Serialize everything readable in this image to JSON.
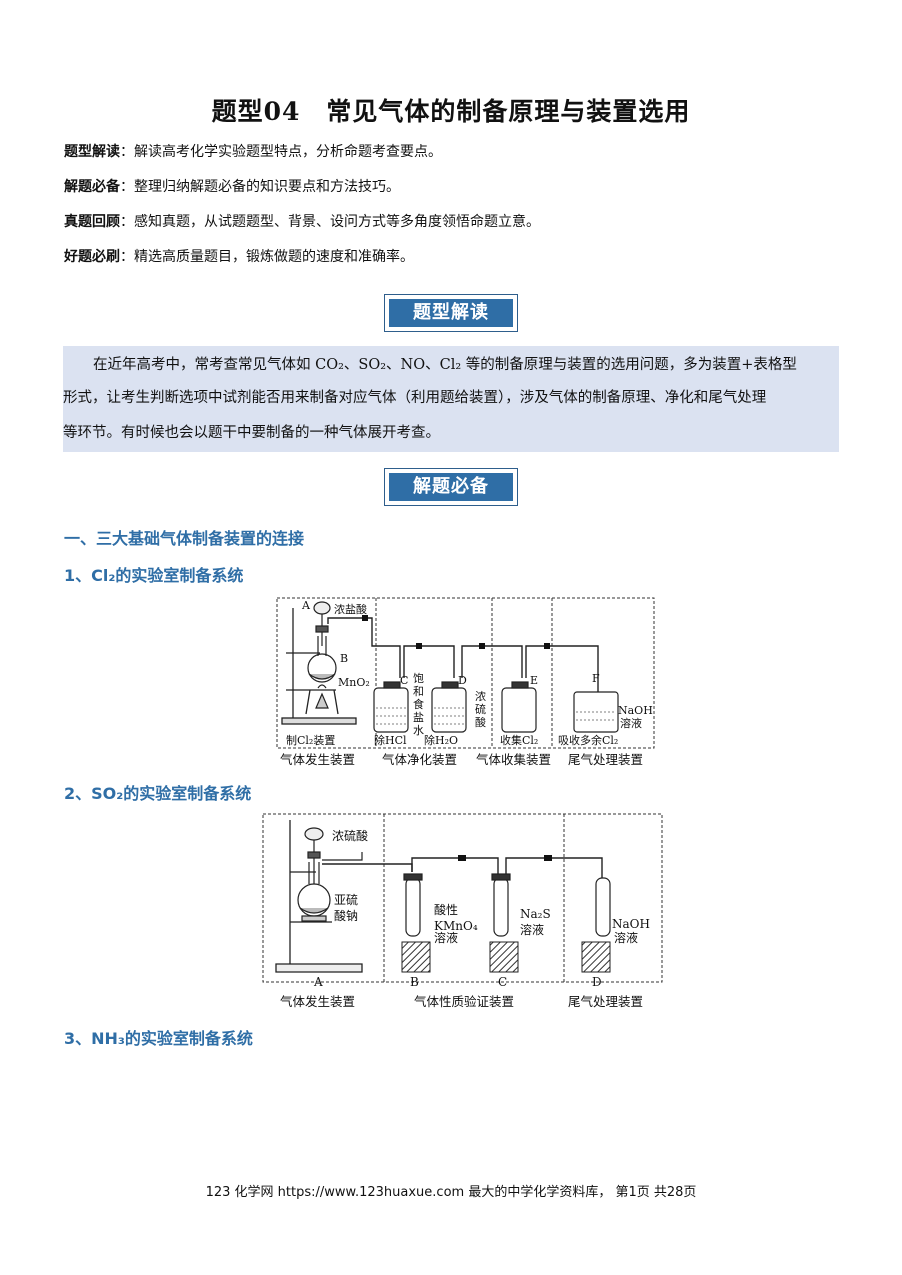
{
  "title": "题型04　常见气体的制备原理与装置选用",
  "intro": [
    {
      "label": "题型解读",
      "text": "：解读高考化学实验题型特点，分析命题考查要点。"
    },
    {
      "label": "解题必备",
      "text": "：整理归纳解题必备的知识要点和方法技巧。"
    },
    {
      "label": "真题回顾",
      "text": "：感知真题，从试题题型、背景、设问方式等多角度领悟命题立意。"
    },
    {
      "label": "好题必刷",
      "text": "：精选高质量题目，锻炼做题的速度和准确率。"
    }
  ],
  "badges": {
    "reading": "题型解读",
    "essentials": "解题必备"
  },
  "reading_paragraph": {
    "line1": "在近年高考中，常考查常见气体如 CO₂、SO₂、NO、Cl₂ 等的制备原理与装置的选用问题，多为装置+表格型",
    "line2": "形式，让考生判断选项中试剂能否用来制备对应气体（利用题给装置），涉及气体的制备原理、净化和尾气处理",
    "line3": "等环节。有时候也会以题干中要制备的一种气体展开考查。"
  },
  "section1": "一、三大基础气体制备装置的连接",
  "sub1": "1、Cl₂的实验室制备系统",
  "sub2": "2、SO₂的实验室制备系统",
  "sub3": "3、NH₃的实验室制备系统",
  "fig1": {
    "label_a": "A",
    "hcl": "浓盐酸",
    "label_b": "B",
    "mno2": "MnO₂",
    "label_c": "C",
    "label_d": "D",
    "label_e": "E",
    "label_f": "F",
    "nacl_solution": [
      "饱",
      "和",
      "食",
      "盐",
      "水"
    ],
    "conc_h2so4": [
      "浓",
      "硫",
      "酸"
    ],
    "naoh": "NaOH",
    "solution": "溶液",
    "cap_make": "制Cl₂装置",
    "cap_hcl": "除HCl",
    "cap_h2o": "除H₂O",
    "cap_collect": "收集Cl₂",
    "cap_absorb": "吸收多余Cl₂",
    "sec_gen": "气体发生装置",
    "sec_purify": "气体净化装置",
    "sec_collect": "气体收集装置",
    "sec_tail": "尾气处理装置"
  },
  "fig2": {
    "conc_h2so4": "浓硫酸",
    "na2so3": [
      "亚硫",
      "酸钠"
    ],
    "acidic": "酸性",
    "kmno4": "KMnO₄",
    "solution": "溶液",
    "na2s": "Na₂S",
    "naoh": "NaOH",
    "label_a": "A",
    "label_b": "B",
    "label_c": "C",
    "label_d": "D",
    "sec_gen": "气体发生装置",
    "sec_verify": "气体性质验证装置",
    "sec_tail": "尾气处理装置"
  },
  "footer": "123 化学网 https://www.123huaxue.com 最大的中学化学资料库， 第1页 共28页"
}
